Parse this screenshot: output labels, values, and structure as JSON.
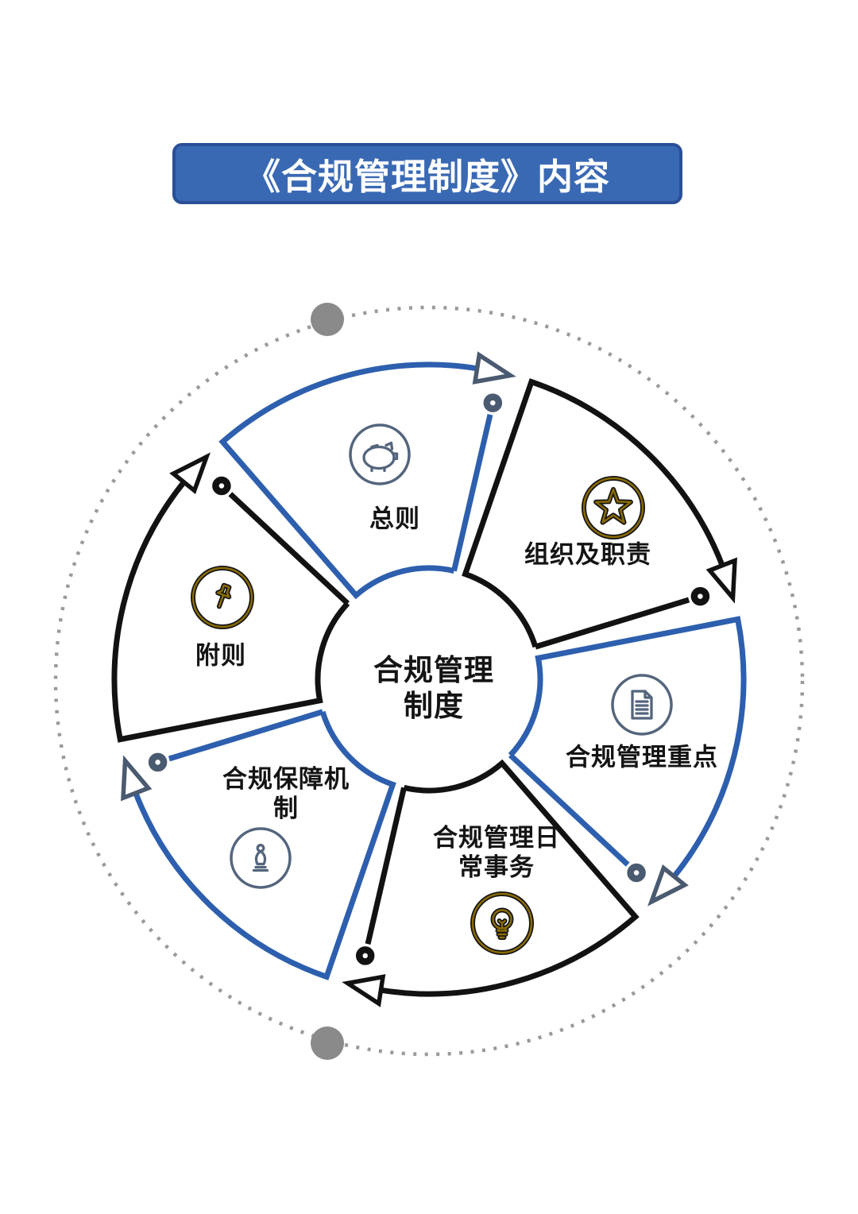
{
  "title": {
    "text": "《合规管理制度》内容"
  },
  "diagram": {
    "center_label": "合规管理制度",
    "segments": [
      {
        "label": "总则",
        "icon": "piggy-bank-icon",
        "outline_color": "blue"
      },
      {
        "label": "组织及职责",
        "icon": "star-icon",
        "outline_color": "black"
      },
      {
        "label": "合规管理重点",
        "icon": "document-icon",
        "outline_color": "blue"
      },
      {
        "label": "合规管理日常事务",
        "icon": "lightbulb-icon",
        "outline_color": "black"
      },
      {
        "label": "合规保障机制",
        "icon": "chess-bishop-icon",
        "outline_color": "blue"
      },
      {
        "label": "附则",
        "icon": "pushpin-icon",
        "outline_color": "black"
      }
    ]
  },
  "colors": {
    "banner_bg": "#3A69B4",
    "banner_border": "#2A4F96",
    "segment_blue": "#2D5FAE",
    "segment_black": "#121212",
    "marker_slate": "#4A5A70",
    "icon_slate": "#54657D",
    "icon_gold": "#8A6B00",
    "dotted_ring": "#9A9A9A",
    "dot_gray": "#8A8A8A"
  }
}
